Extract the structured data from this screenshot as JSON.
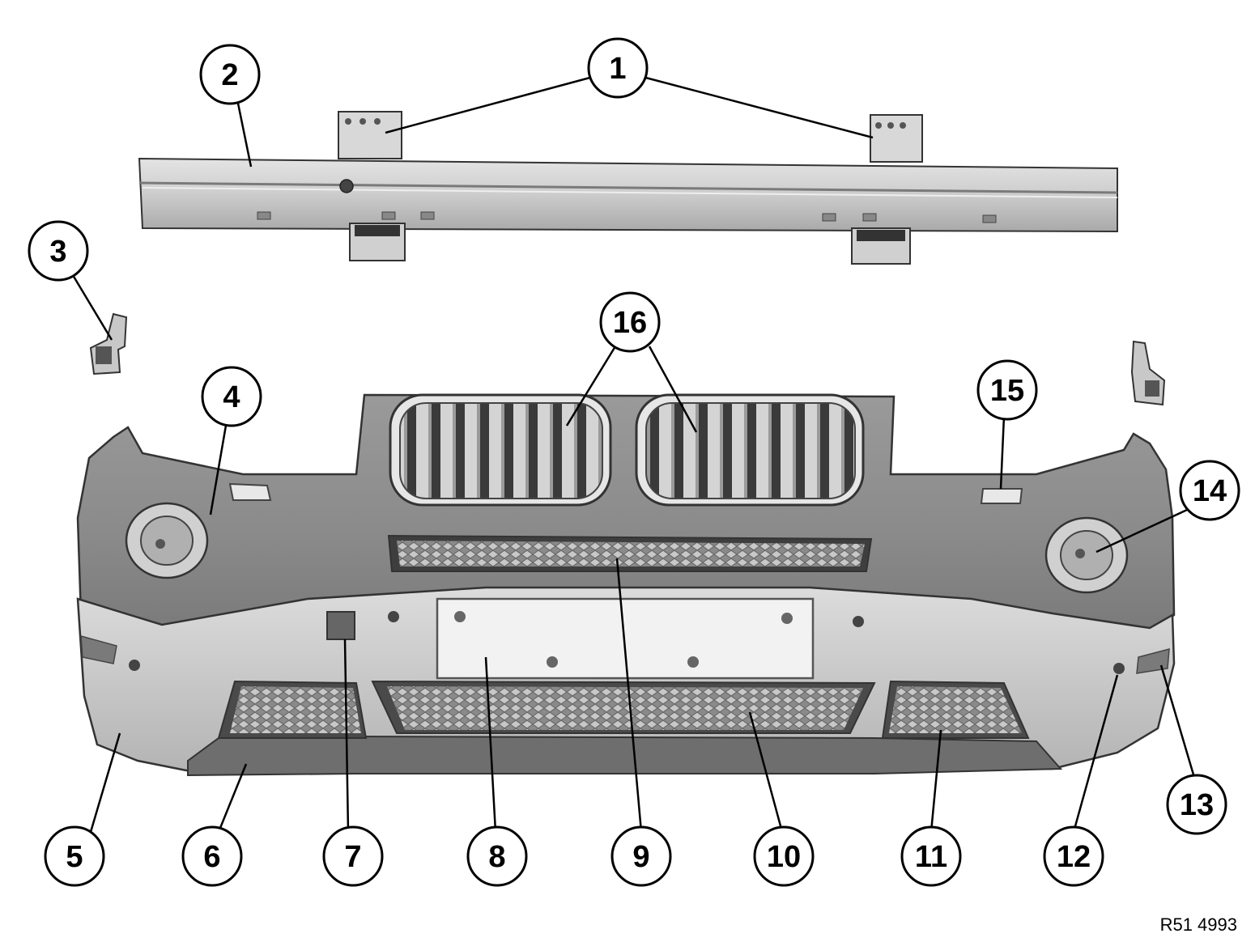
{
  "figure_ref": "R51 4993",
  "callouts": [
    {
      "id": "c1",
      "label": "1"
    },
    {
      "id": "c2",
      "label": "2"
    },
    {
      "id": "c3",
      "label": "3"
    },
    {
      "id": "c4",
      "label": "4"
    },
    {
      "id": "c5",
      "label": "5"
    },
    {
      "id": "c6",
      "label": "6"
    },
    {
      "id": "c7",
      "label": "7"
    },
    {
      "id": "c8",
      "label": "8"
    },
    {
      "id": "c9",
      "label": "9"
    },
    {
      "id": "c10",
      "label": "10"
    },
    {
      "id": "c11",
      "label": "11"
    },
    {
      "id": "c12",
      "label": "12"
    },
    {
      "id": "c13",
      "label": "13"
    },
    {
      "id": "c14",
      "label": "14"
    },
    {
      "id": "c15",
      "label": "15"
    },
    {
      "id": "c16",
      "label": "16"
    }
  ]
}
